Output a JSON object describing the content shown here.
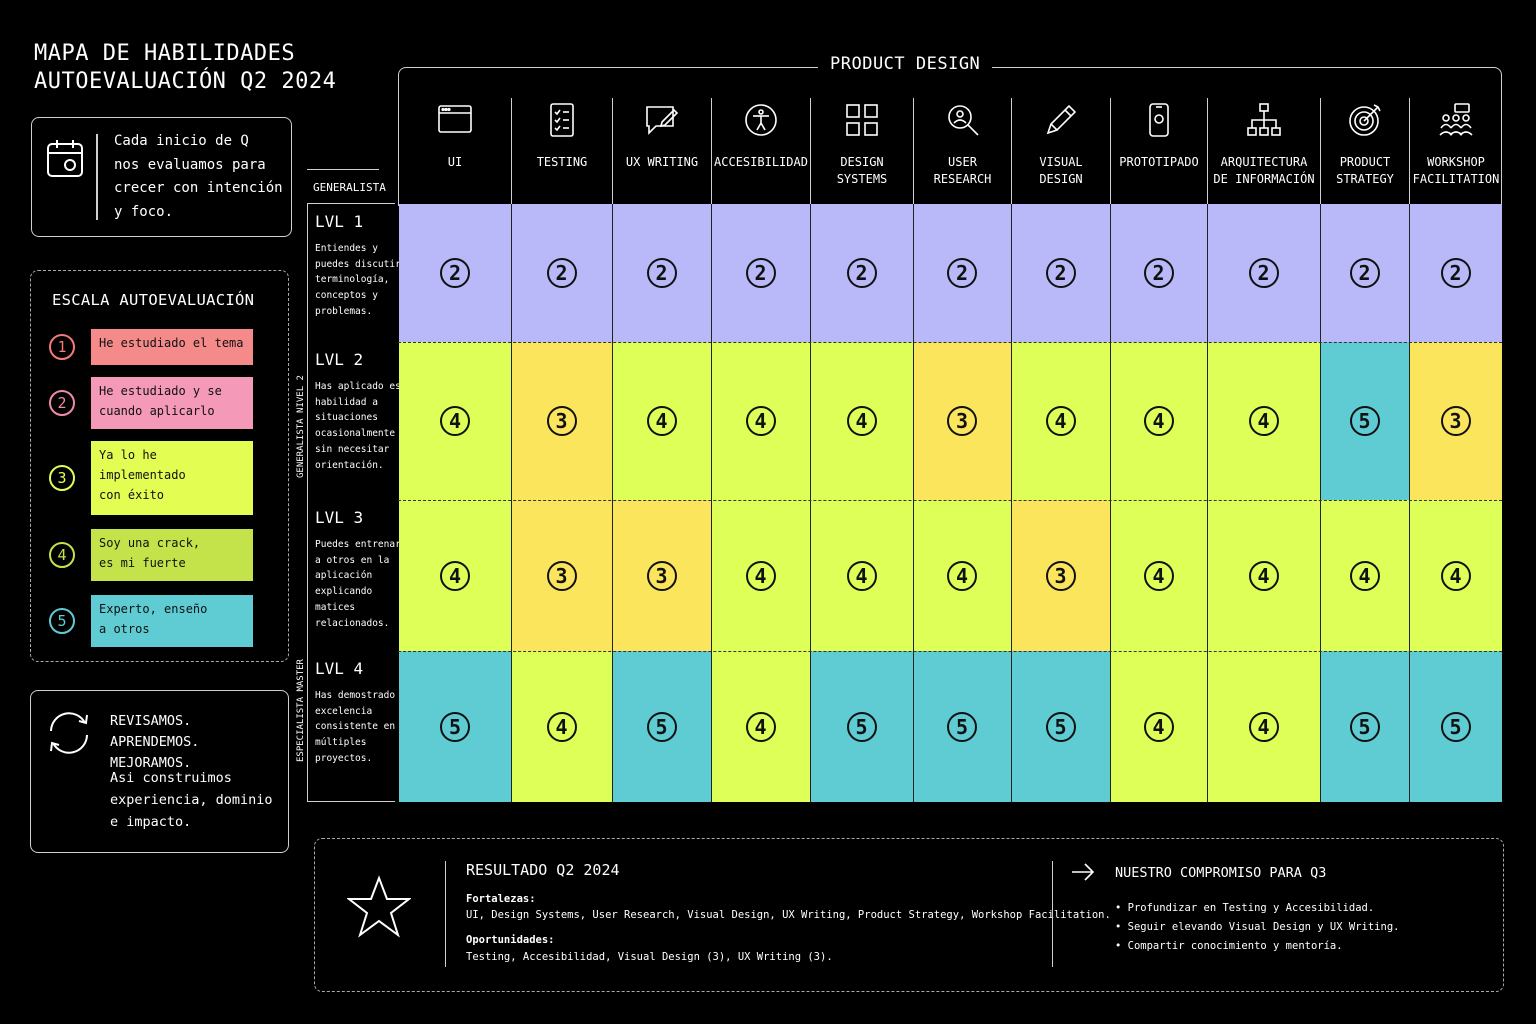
{
  "header": {
    "line1": "MAPA DE HABILIDADES",
    "line2": "AUTOEVALUACIÓN Q2 2024"
  },
  "intro": {
    "text_lines": [
      "Cada inicio de Q",
      "nos evaluamos para",
      "crecer con intención",
      "y foco."
    ],
    "icon": "calendar-icon"
  },
  "scale": {
    "title": "ESCALA AUTOEVALUACIÓN",
    "items": [
      {
        "num": "1",
        "lines": [
          "He estudiado el tema"
        ],
        "color": "#f48a8a",
        "ring": "#f27a7a"
      },
      {
        "num": "2",
        "lines": [
          "He estudiado y se",
          "cuando aplicarlo"
        ],
        "color": "#f49ab8",
        "ring": "#f08aa8"
      },
      {
        "num": "3",
        "lines": [
          "Ya lo he",
          "implementado",
          "con éxito"
        ],
        "color": "#e4fd52",
        "ring": "#e4fd52"
      },
      {
        "num": "4",
        "lines": [
          "Soy una crack,",
          "es mi fuerte"
        ],
        "color": "#c4e34a",
        "ring": "#c4e34a"
      },
      {
        "num": "5",
        "lines": [
          "Experto, enseño",
          "a otros"
        ],
        "color": "#5fcbd3",
        "ring": "#5fcbd3"
      }
    ]
  },
  "review": {
    "lines1": [
      "REVISAMOS. APRENDEMOS.",
      "MEJORAMOS."
    ],
    "lines2": [
      "Asi construimos",
      "experiencia, dominio",
      "e impacto."
    ],
    "icon": "refresh-icon"
  },
  "matrix": {
    "title": "PRODUCT DESIGN",
    "generalista": "GENERALISTA",
    "side_label_1": "GENERALISTA NIVEL 2",
    "side_label_2": "ESPECIALISTA MASTER",
    "columns": [
      {
        "lines": [
          "UI"
        ],
        "icon": "browser-window-icon"
      },
      {
        "lines": [
          "TESTING"
        ],
        "icon": "checklist-icon"
      },
      {
        "lines": [
          "UX WRITING"
        ],
        "icon": "chat-pencil-icon"
      },
      {
        "lines": [
          "ACCESIBILIDAD"
        ],
        "icon": "accessibility-icon"
      },
      {
        "lines": [
          "DESIGN",
          "SYSTEMS"
        ],
        "icon": "grid-icon"
      },
      {
        "lines": [
          "USER",
          "RESEARCH"
        ],
        "icon": "search-user-icon"
      },
      {
        "lines": [
          "VISUAL",
          "DESIGN"
        ],
        "icon": "pencil-icon"
      },
      {
        "lines": [
          "PROTOTIPADO"
        ],
        "icon": "mobile-icon"
      },
      {
        "lines": [
          "ARQUITECTURA",
          "DE INFORMACIÓN"
        ],
        "icon": "sitemap-icon"
      },
      {
        "lines": [
          "PRODUCT",
          "STRATEGY"
        ],
        "icon": "target-icon"
      },
      {
        "lines": [
          "WORKSHOP",
          "FACILITATION"
        ],
        "icon": "team-icon"
      }
    ],
    "levels": [
      {
        "name": "LVL 1",
        "desc": [
          "Entiendes y",
          "puedes discutir",
          "terminología,",
          "conceptos y",
          "problemas."
        ],
        "values": [
          2,
          2,
          2,
          2,
          2,
          2,
          2,
          2,
          2,
          2,
          2
        ]
      },
      {
        "name": "LVL 2",
        "desc": [
          "Has aplicado esta",
          "habilidad a",
          "situaciones",
          "ocasionalmente",
          "sin necesitar",
          "orientación."
        ],
        "values": [
          4,
          3,
          4,
          4,
          4,
          3,
          4,
          4,
          4,
          5,
          3
        ]
      },
      {
        "name": "LVL 3",
        "desc": [
          "Puedes entrenar",
          "a otros en la",
          "aplicación",
          "explicando",
          "matices",
          "relacionados."
        ],
        "values": [
          4,
          3,
          3,
          4,
          4,
          4,
          3,
          4,
          4,
          4,
          4
        ]
      },
      {
        "name": "LVL 4",
        "desc": [
          "Has demostrado",
          "excelencia",
          "consistente en",
          "múltiples",
          "proyectos."
        ],
        "values": [
          5,
          4,
          5,
          4,
          5,
          5,
          5,
          4,
          4,
          5,
          5
        ]
      }
    ],
    "colors": {
      "1": "#b9b8f8",
      "2": "#b9b8f8",
      "3": "#fbe55d",
      "4": "#deff57",
      "5": "#5fcbd3"
    }
  },
  "result": {
    "title": "RESULTADO Q2 2024",
    "strengths_label": "Fortalezas:",
    "strengths": "UI, Design Systems, User Research, Visual Design, UX Writing, Product Strategy, Workshop Facilitation.",
    "opps_label": "Oportunidades:",
    "opps": "Testing, Accesibilidad, Visual Design (3), UX Writing (3).",
    "commit_title": "NUESTRO COMPROMISO PARA Q3",
    "commits": [
      "• Profundizar en Testing y Accesibilidad.",
      "• Seguir elevando Visual Design y UX Writing.",
      "• Compartir conocimiento y mentoría."
    ],
    "star_icon": "star-icon",
    "arrow_icon": "arrow-right-icon"
  }
}
